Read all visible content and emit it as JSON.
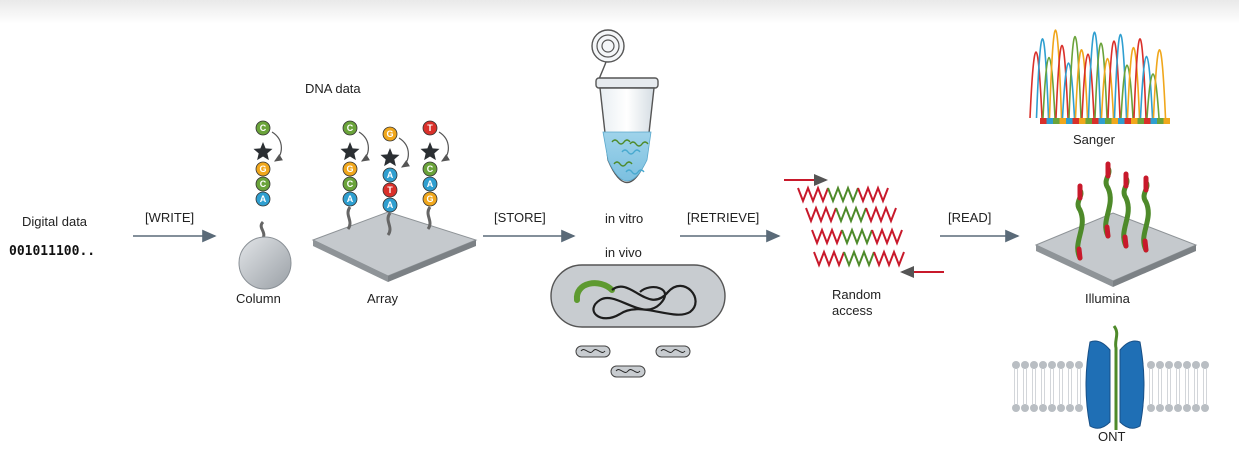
{
  "input": {
    "label": "Digital data",
    "bits": "001011100.."
  },
  "steps": {
    "write": "[WRITE]",
    "store": "[STORE]",
    "retrieve": "[RETRIEVE]",
    "read": "[READ]"
  },
  "synthesis": {
    "title": "DNA data",
    "column": {
      "label": "Column",
      "bases": [
        "C",
        "G",
        "C",
        "A"
      ]
    },
    "array": {
      "label": "Array",
      "strands": [
        {
          "bases": [
            "C",
            "G",
            "C",
            "A"
          ]
        },
        {
          "bases": [
            "G",
            "A",
            "T",
            "A"
          ]
        },
        {
          "bases": [
            "T",
            "C",
            "A",
            "G"
          ]
        }
      ]
    }
  },
  "storage": {
    "in_vitro": "in vitro",
    "in_vivo": "in vivo"
  },
  "retrieval": {
    "label": [
      "Random",
      "access"
    ]
  },
  "sequencing": {
    "sanger": "Sanger",
    "illumina": "Illumina",
    "ont": "ONT"
  },
  "colors": {
    "C": "#6aa33a",
    "G": "#f0a71c",
    "A": "#2f9fd0",
    "T": "#d9302a",
    "arrow": "#5a6a78",
    "strand_green": "#4e8a2a",
    "strand_red": "#c8192b",
    "protein": "#1f6fb5",
    "bead": "#b9bec3",
    "plate": "#a5a9ad"
  }
}
